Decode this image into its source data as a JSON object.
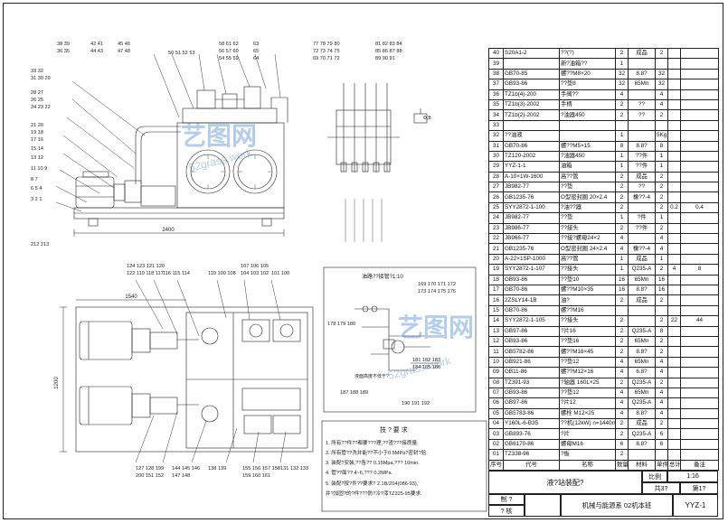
{
  "bom": {
    "columns": [
      "序号",
      "代号",
      "名称",
      "数量",
      "材料",
      "单件",
      "总计",
      "备注"
    ],
    "rows": [
      [
        "40",
        "S20A1-2",
        "??(?)",
        "2",
        "成品",
        "2",
        "",
        ""
      ],
      [
        "39",
        "",
        "新?油箱??",
        "1",
        "",
        "",
        "",
        ""
      ],
      [
        "38",
        "GB70-85",
        "螺??M8×20",
        "32",
        "8.8?",
        "32",
        "",
        ""
      ],
      [
        "37",
        "GB93-86",
        "??垫8",
        "32",
        "65Mn",
        "32",
        "",
        ""
      ],
      [
        "36",
        "TZ1b(4)-200",
        "手阀??",
        "4",
        "",
        "4",
        "",
        ""
      ],
      [
        "35",
        "TZ1b(3)-2002",
        "手柄",
        "2",
        "??",
        "4",
        "",
        ""
      ],
      [
        "34",
        "TZ1b(2)-2002",
        "?油器450",
        "2",
        "??",
        "2",
        "",
        ""
      ],
      [
        "33",
        "",
        "",
        "",
        "",
        "",
        "",
        ""
      ],
      [
        "32",
        "??油液",
        "",
        "1",
        "",
        "5Kg",
        "",
        ""
      ],
      [
        "31",
        "GB70-86",
        "螺??M5×15",
        "8",
        "8.8?",
        "8",
        "",
        ""
      ],
      [
        "30",
        "TZ120-2002",
        "?油器450",
        "1",
        "??件",
        "1",
        "",
        ""
      ],
      [
        "29",
        "YYZ-1-1",
        "油箱",
        "1",
        "??件",
        "1",
        "",
        ""
      ],
      [
        "28",
        "A-10×1W-1600",
        "高??管",
        "2",
        "成品",
        "2",
        "",
        ""
      ],
      [
        "27",
        "JB982-77",
        "??垫",
        "2",
        "??",
        "2",
        "",
        ""
      ],
      [
        "26",
        "GB1235-76",
        "O型密封圈 20×2.4",
        "2",
        "橡??-4",
        "2",
        "",
        ""
      ],
      [
        "25",
        "SYY2872-1-100",
        "?油??器",
        "2",
        "",
        "2",
        "0.2",
        "0.4"
      ],
      [
        "24",
        "JB982-77",
        "??垫",
        "1",
        "?件",
        "1",
        "",
        ""
      ],
      [
        "23",
        "JB986-77",
        "??接头",
        "2",
        "??件",
        "2",
        "",
        ""
      ],
      [
        "22",
        "JB966-77",
        "??接?螺母24×2",
        "4",
        "",
        "4",
        "",
        ""
      ],
      [
        "21",
        "GB1235-76",
        "O型密封圈 24×2.4",
        "4",
        "橡??-4",
        "4",
        "",
        ""
      ],
      [
        "20",
        "A-22×1SP-1000",
        "高??管",
        "1",
        "成品",
        "1",
        "",
        ""
      ],
      [
        "19",
        "SYY2872-1-107",
        "??接头",
        "1",
        "Q235-A",
        "2",
        "4",
        "8"
      ],
      [
        "18",
        "GB93-86",
        "??垫10",
        "16",
        "65Mn",
        "16",
        "",
        ""
      ],
      [
        "17",
        "GB70-86",
        "螺??M10×35",
        "16",
        "8.8?",
        "16",
        "",
        ""
      ],
      [
        "16",
        "2ZSLY14-1B",
        "油?",
        "2",
        "成品",
        "2",
        "",
        ""
      ],
      [
        "15",
        "GB70-86",
        "螺??M16",
        "",
        "",
        "",
        "",
        ""
      ],
      [
        "14",
        "SYY2872-1-105",
        "??接头",
        "2",
        "",
        "2",
        "22",
        "44"
      ],
      [
        "13",
        "GB97-86",
        "?片16",
        "2",
        "Q235-A",
        "8",
        "",
        ""
      ],
      [
        "12",
        "GB93-86",
        "??垫16",
        "2",
        "65Mn",
        "2",
        "",
        ""
      ],
      [
        "11",
        "GB5782-86",
        "螺??M16×45",
        "2",
        "8.8?",
        "2",
        "",
        ""
      ],
      [
        "10",
        "GB921-86",
        "??垫12",
        "4",
        "65Mn",
        "4",
        "",
        ""
      ],
      [
        "09",
        "GB11-86",
        "螺??M12×16",
        "4",
        "6.8?",
        "4",
        "",
        ""
      ],
      [
        "08",
        "TZ391-93",
        "?轴器 160L×25",
        "2",
        "Q235-A",
        "2",
        "",
        ""
      ],
      [
        "07",
        "GB93-86",
        "??垫12",
        "4",
        "65Mn",
        "4",
        "",
        ""
      ],
      [
        "06",
        "GB97-86",
        "?片12",
        "4",
        "Q235-A",
        "4",
        "",
        ""
      ],
      [
        "05",
        "GB5783-86",
        "螺栓 M12×25",
        "4",
        "8.8?",
        "4",
        "",
        ""
      ],
      [
        "04",
        "Y160L-6-B35",
        "??机(12kW) n=1440r/min",
        "2",
        "成品",
        "2",
        "",
        ""
      ],
      [
        "03",
        "GB893-76",
        "?片",
        "2",
        "Q235-A",
        "6",
        "",
        ""
      ],
      [
        "02",
        "GB6170-86",
        "螺母M16",
        "6",
        "8.8?",
        "6",
        "",
        ""
      ],
      [
        "01",
        "TZ338-96",
        "?板",
        "2",
        "",
        "",
        "",
        ""
      ]
    ]
  },
  "title_block": {
    "drawing_name": "液?站装配?",
    "company": "机械与能源系 02机本班",
    "drawing_number": "YYZ-1",
    "scale_label": "比例",
    "scale_value": "1:16",
    "sheet_label": "共3?",
    "sheet_no": "第1?",
    "drawn_by_label": "制 ?",
    "checked_by_label": "? 核"
  },
  "tech_requirements": {
    "heading": "技 ? 要 求",
    "items": [
      "1. 所有??件??都要???理,??渣???接质量.",
      "2. 所有管??洗并能??不小于0.5MPa?密封?验.",
      "3. 装配?安装,??各?? 0.15Mpa,??? 10min.",
      "4. 管??面?? 4~6,??? 0.2MPa.",
      "5. 装配?按?件??要求? 2.1B/Z04(086-93),",
      "   并?加固?的?件???防?冷?漆TZ325-95要求."
    ]
  },
  "labels": {
    "dim_top": "2400",
    "dim_plan_w": "1540",
    "dim_plan_h": "1200",
    "callout_schematic": "油路??接管?1:10",
    "watermark_a": "艺图网",
    "watermark_b": "52grass.work",
    "small_note_a": "液面高度不低于?",
    "small_note_b": "Φ,B"
  }
}
